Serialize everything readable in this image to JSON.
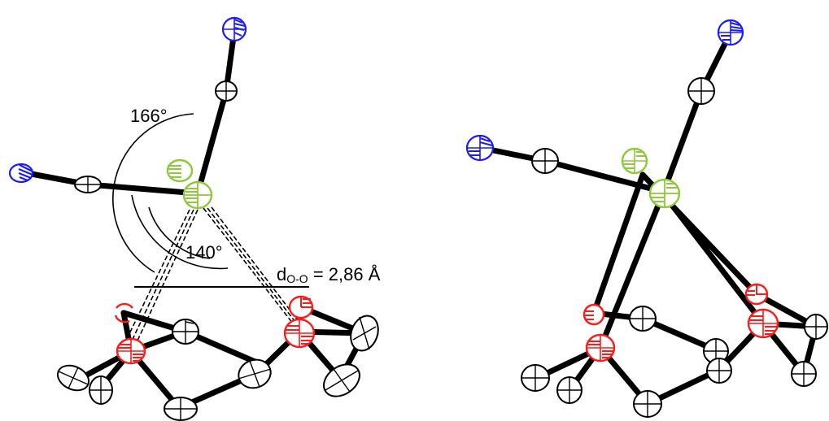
{
  "labels": {
    "angle_upper": "166°",
    "angle_lower": "140°",
    "distance_prefix": "d",
    "distance_subscript": "O-O",
    "distance_value": " = 2,86 Å"
  },
  "colors": {
    "nitrogen": "#1a1aff",
    "carbon": "#ffffff",
    "metal": "#8fc83a",
    "oxygen": "#ff1a1a",
    "bond": "#000000"
  }
}
